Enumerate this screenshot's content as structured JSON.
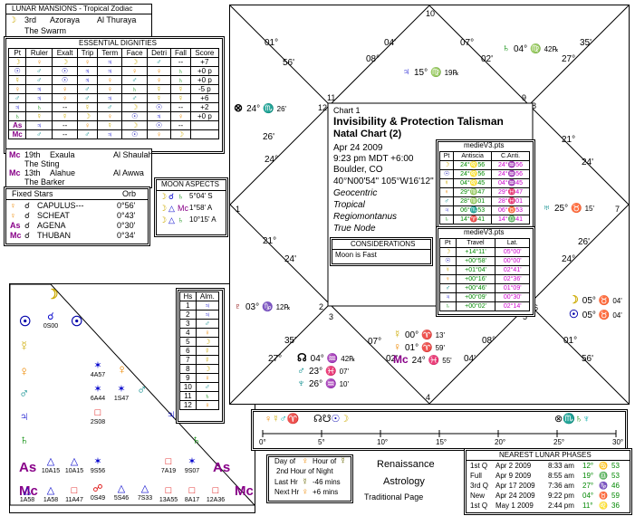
{
  "mansions": {
    "title": "LUNAR MANSIONS - Tropical Zodiac",
    "rows": [
      {
        "glyph": "☽",
        "num": "3rd",
        "name": "Azoraya",
        "arabic": "Al Thuraya"
      },
      {
        "glyph": "",
        "num": "",
        "name": "The Swarm",
        "arabic": ""
      }
    ],
    "rows2": [
      {
        "glyph": "Mc",
        "num": "19th",
        "name": "Exaula",
        "arabic": "Al Shaulah"
      },
      {
        "glyph": "",
        "num": "",
        "name": "The Sting",
        "arabic": ""
      },
      {
        "glyph": "Mc",
        "num": "13th",
        "name": "Alahue",
        "arabic": "Al Awwa"
      },
      {
        "glyph": "",
        "num": "",
        "name": "The Barker",
        "arabic": ""
      }
    ]
  },
  "dignities": {
    "title": "ESSENTIAL DIGNITIES",
    "headers": [
      "Pt",
      "Ruler",
      "Exalt",
      "Trip",
      "Term",
      "Face",
      "Detri",
      "Fall",
      "Score"
    ],
    "rows": [
      [
        "☽",
        "♀",
        "☽",
        "♀",
        "♃",
        "☽",
        "♂",
        "--",
        "+7"
      ],
      [
        "☉",
        "♂",
        "☉",
        "♃",
        "♃",
        "♀",
        "♀",
        "♄",
        "+0 p"
      ],
      [
        "☿",
        "♂",
        "☉",
        "♃",
        "♀",
        "♂",
        "♀",
        "♄",
        "+0 p"
      ],
      [
        "♀",
        "♃",
        "♀",
        "♂",
        "♀",
        "♄",
        "☿",
        "☿",
        "-5 p"
      ],
      [
        "♂",
        "♃",
        "♀",
        "♂",
        "♃",
        "♂",
        "☿",
        "☿",
        "+6"
      ],
      [
        "♃",
        "♄",
        "--",
        "☿",
        "♂",
        "☽",
        "☉",
        "--",
        "+2"
      ],
      [
        "♄",
        "☿",
        "☿",
        "☽",
        "♀",
        "☉",
        "♃",
        "♀",
        "+0 p"
      ],
      [
        "As",
        "♃",
        "--",
        "♀",
        "☿",
        "☽",
        "☉",
        "--",
        ""
      ],
      [
        "Mc",
        "♂",
        "--",
        "♂",
        "♃",
        "☉",
        "♀",
        "☽",
        ""
      ]
    ]
  },
  "fixed_stars": {
    "title": "Fixed Stars",
    "orb_header": "Orb",
    "rows": [
      {
        "p": "♀",
        "asp": "☌",
        "name": "CAPULUS---",
        "orb": "0°56'"
      },
      {
        "p": "♀",
        "asp": "☌",
        "name": "SCHEAT",
        "orb": "0°43'"
      },
      {
        "p": "As",
        "asp": "☌",
        "name": "AGENA",
        "orb": "0°30'"
      },
      {
        "p": "Mc",
        "asp": "☌",
        "name": "THUBAN",
        "orb": "0°34'"
      }
    ]
  },
  "moon_aspects": {
    "title": "MOON ASPECTS",
    "rows": [
      {
        "a": "☽",
        "asp": "☌",
        "b": "♄",
        "val": "5°04' S"
      },
      {
        "a": "☽",
        "asp": "△",
        "b": "Mc",
        "val": "1°58' A"
      },
      {
        "a": "☽",
        "asp": "△",
        "b": "♄",
        "val": "10°15' A"
      }
    ]
  },
  "aspect_grid": {
    "labels": [
      "☽",
      "☉",
      "☿",
      "♀",
      "♂",
      "♃",
      "♄",
      "As",
      "Mc"
    ],
    "cells": [
      {
        "id": "c1",
        "glyph": "☌",
        "txt": "0S00"
      },
      {
        "id": "c2",
        "glyph": "✶",
        "txt": "4A57"
      },
      {
        "id": "c3",
        "glyph": "✶",
        "txt": "6A44"
      },
      {
        "id": "c4",
        "glyph": "✶",
        "txt": "1S47"
      },
      {
        "id": "c5",
        "glyph": "□",
        "txt": "2S08"
      },
      {
        "id": "c6",
        "glyph": "△",
        "txt": "10A15"
      },
      {
        "id": "c7",
        "glyph": "△",
        "txt": "10A15"
      },
      {
        "id": "c8",
        "glyph": "✶",
        "txt": "9S56"
      },
      {
        "id": "c9",
        "glyph": "☍",
        "txt": "0S49"
      },
      {
        "id": "c10",
        "glyph": "△",
        "txt": "5S46"
      },
      {
        "id": "c11",
        "glyph": "△",
        "txt": "7S33"
      },
      {
        "id": "c12",
        "glyph": "□",
        "txt": "7A19"
      },
      {
        "id": "c13",
        "glyph": "✶",
        "txt": "9S07"
      },
      {
        "id": "c14",
        "glyph": "△",
        "txt": "1A58"
      },
      {
        "id": "c15",
        "glyph": "△",
        "txt": "1A58"
      },
      {
        "id": "c16",
        "glyph": "□",
        "txt": "11A47"
      },
      {
        "id": "c17",
        "glyph": "□",
        "txt": "13A55"
      },
      {
        "id": "c18",
        "glyph": "□",
        "txt": "8A17"
      },
      {
        "id": "c19",
        "glyph": "□",
        "txt": "12A36"
      }
    ]
  },
  "almuten": {
    "headers": [
      "Hs",
      "Alm."
    ],
    "rows": [
      [
        "1",
        "♃"
      ],
      [
        "2",
        "♃"
      ],
      [
        "3",
        "♂"
      ],
      [
        "4",
        "♀"
      ],
      [
        "5",
        "☽"
      ],
      [
        "6",
        "☿"
      ],
      [
        "7",
        "☿"
      ],
      [
        "8",
        "☽"
      ],
      [
        "9",
        "♀"
      ],
      [
        "10",
        "♂"
      ],
      [
        "11",
        "♄"
      ],
      [
        "12",
        "♀"
      ]
    ]
  },
  "chart": {
    "chart_name": "Chart 1",
    "title": "Invisibility & Protection Talisman",
    "subtitle": "Natal Chart (2)",
    "date": "Apr 24 2009",
    "time": "9:23 pm  MDT +6:00",
    "place": "Boulder, CO",
    "coords": "40°N00'54\" 105°W16'12\"",
    "lines": [
      "Geocentric",
      "Tropical",
      "Regiomontanus",
      "True Node"
    ],
    "considerations_title": "CONSIDERATIONS",
    "considerations": "Moon is Fast",
    "house_numbers": [
      "1",
      "2",
      "3",
      "4",
      "5",
      "6",
      "7",
      "8",
      "9",
      "10",
      "11",
      "12"
    ],
    "cusps": [
      {
        "id": "top-left-01",
        "deg": "01°",
        "min": "56'"
      },
      {
        "id": "top-04",
        "deg": "04'",
        "min": "08°"
      },
      {
        "id": "top-07",
        "deg": "07°",
        "min": "02'"
      },
      {
        "id": "top-right-35",
        "deg": "35'",
        "min": "27°"
      },
      {
        "id": "left-26",
        "deg": "26'",
        "min": "24°"
      },
      {
        "id": "left-21",
        "deg": "21°",
        "min": "24'"
      },
      {
        "id": "right-21",
        "deg": "21°",
        "min": "24'"
      },
      {
        "id": "right-26",
        "deg": "26'",
        "min": "24°"
      },
      {
        "id": "bottom-left-35",
        "deg": "35'",
        "min": "27°"
      },
      {
        "id": "bottom-07",
        "deg": "07°",
        "min": "02'"
      },
      {
        "id": "bottom-04",
        "deg": "04'",
        "min": "08°"
      },
      {
        "id": "bottom-right-01",
        "deg": "01°",
        "min": "56'"
      }
    ],
    "planets": [
      {
        "id": "saturn-top",
        "text": "04°",
        "sign": "♍",
        "extra": "42℞"
      },
      {
        "id": "jupiter-top",
        "text": "15°",
        "sign": "♍",
        "extra": "19℞"
      },
      {
        "id": "pof-left",
        "text": "24°",
        "sign": "♏",
        "extra": "26'"
      },
      {
        "id": "uranus-right",
        "text": "25°",
        "sign": "♉",
        "extra": "15'"
      },
      {
        "id": "pluto-left",
        "text": "03°",
        "sign": "♑",
        "extra": "12℞"
      },
      {
        "id": "moon-right",
        "text": "05°",
        "sign": "♉",
        "extra": "04'"
      },
      {
        "id": "sun-right",
        "text": "05°",
        "sign": "♉",
        "extra": "04'"
      },
      {
        "id": "node-bottom",
        "text": "04°",
        "sign": "♒",
        "extra": "42℞"
      },
      {
        "id": "mars-bottom",
        "text": "23°",
        "sign": "♓",
        "extra": "07'"
      },
      {
        "id": "neptune-bottom",
        "text": "26°",
        "sign": "♒",
        "extra": "10'"
      },
      {
        "id": "mercury-bottom",
        "text": "00°",
        "sign": "♈",
        "extra": "13'"
      },
      {
        "id": "venus-bottom",
        "text": "01°",
        "sign": "♈",
        "extra": "59'"
      },
      {
        "id": "mc-bottom",
        "text": "24°",
        "sign": "♓",
        "extra": "55'"
      }
    ]
  },
  "medieval3": {
    "title": "medieV3.pts",
    "headers": [
      "Pt",
      "Antiscia",
      "C.Anti."
    ],
    "rows": [
      [
        "☽",
        "24°♌56",
        "24°♒56"
      ],
      [
        "☉",
        "24°♌56",
        "24°♒56"
      ],
      [
        "☿",
        "04°♌45",
        "04°♒45"
      ],
      [
        "♀",
        "29°♍47",
        "29°♓47"
      ],
      [
        "♂",
        "28°♍01",
        "28°♓01"
      ],
      [
        "♃",
        "06°♏53",
        "06°♉53"
      ],
      [
        "♄",
        "14°♈41",
        "14°♎41"
      ]
    ]
  },
  "medieval3b": {
    "title": "medieV3.pts",
    "headers": [
      "Pt",
      "Travel",
      "Lat."
    ],
    "rows": [
      [
        "☽",
        "+14°11'",
        "05°00'"
      ],
      [
        "☉",
        "+00°58'",
        "00°00'"
      ],
      [
        "☿",
        "+01°04'",
        "02°41'"
      ],
      [
        "♀",
        "+00°16'",
        "02°36'"
      ],
      [
        "♂",
        "+00°46'",
        "01°09'"
      ],
      [
        "♃",
        "+00°09'",
        "00°30'"
      ],
      [
        "♄",
        "+00°02'",
        "02°14'"
      ]
    ]
  },
  "strip": {
    "ticks": [
      "0°",
      "5°",
      "10°",
      "15°",
      "20°",
      "25°",
      "30°"
    ]
  },
  "hours": {
    "rows": [
      {
        "label": "Day of",
        "planet": "♀",
        "label2": "Hour of",
        "planet2": "☿"
      },
      {
        "label": "2nd Hour of Night",
        "planet": "",
        "label2": "",
        "planet2": ""
      },
      {
        "label": "Last Hr",
        "planet": "☿",
        "label2": "-46 mins",
        "planet2": ""
      },
      {
        "label": "Next Hr",
        "planet": "♀",
        "label2": "+6 mins",
        "planet2": ""
      }
    ]
  },
  "brand": {
    "line1": "Renaissance",
    "line2": "Astrology",
    "line3": "Traditional Page"
  },
  "lunar_phases": {
    "title": "NEAREST LUNAR PHASES",
    "rows": [
      {
        "phase": "1st Q",
        "date": "Apr 2 2009",
        "time": "8:33 am",
        "deg": "12°",
        "sign": "♋",
        "min": "53"
      },
      {
        "phase": "Full",
        "date": "Apr 9 2009",
        "time": "8:55 am",
        "deg": "19°",
        "sign": "♎",
        "min": "53"
      },
      {
        "phase": "3rd Q",
        "date": "Apr 17 2009",
        "time": "7:36 am",
        "deg": "27°",
        "sign": "♑",
        "min": "46"
      },
      {
        "phase": "New",
        "date": "Apr 24 2009",
        "time": "9:22 pm",
        "deg": "04°",
        "sign": "♉",
        "min": "59"
      },
      {
        "phase": "1st Q",
        "date": "May 1 2009",
        "time": "2:44 pm",
        "deg": "11°",
        "sign": "♌",
        "min": "36"
      }
    ]
  },
  "colors": {
    "moon": "#ccaa00",
    "sun": "#0000aa",
    "mercury": "#ccaa00",
    "venus": "#e08000",
    "mars": "#008080",
    "jupiter": "#0000cc",
    "saturn": "#008800",
    "asc": "#800080",
    "mc": "#800080"
  }
}
